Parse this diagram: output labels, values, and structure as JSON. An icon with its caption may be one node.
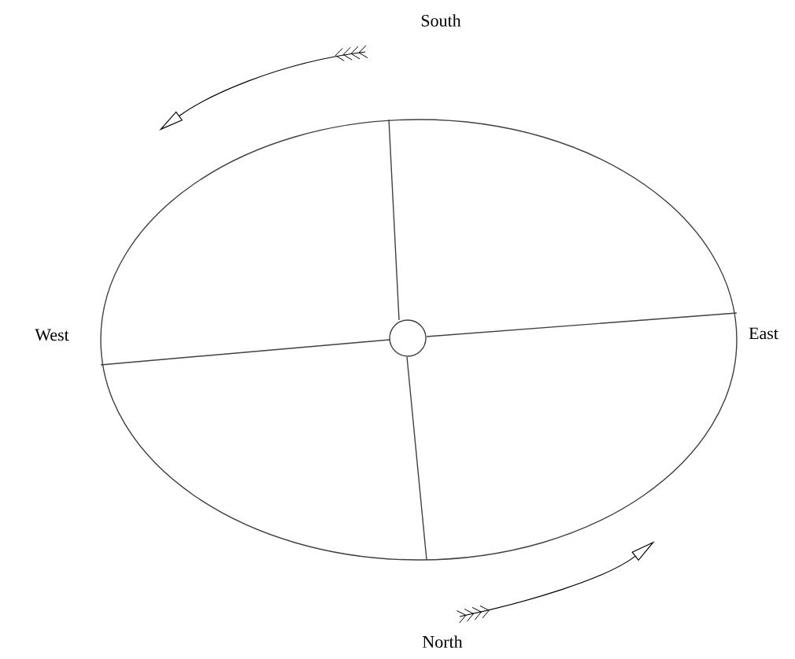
{
  "diagram": {
    "labels": [
      "South",
      "West",
      "East",
      "North"
    ]
  }
}
